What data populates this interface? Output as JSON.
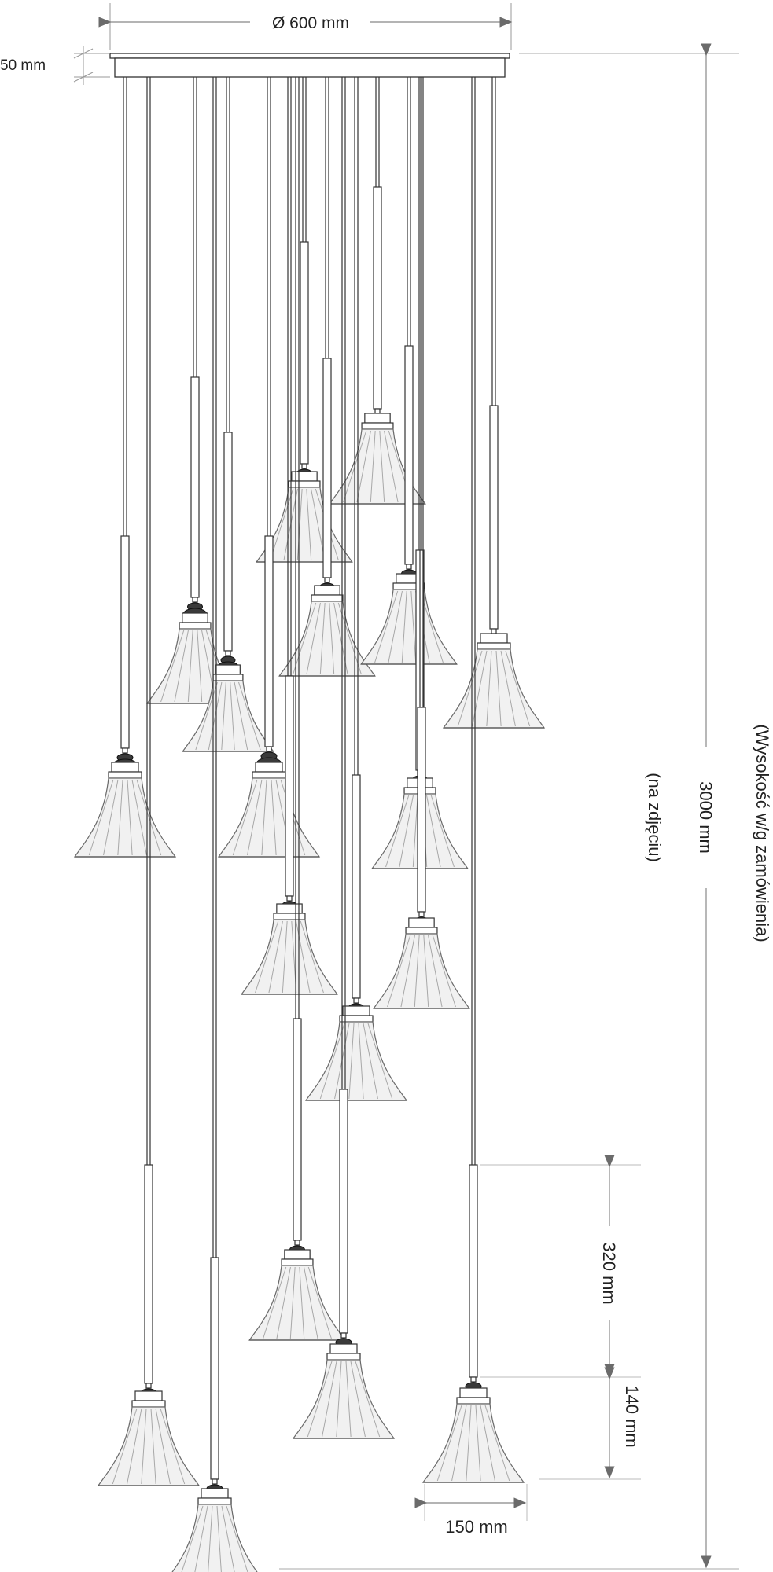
{
  "dimensions": {
    "canopy_diameter": "Ø 600 mm",
    "canopy_height": "50 mm",
    "total_height": "3000 mm",
    "height_note_1": "(Wysokość w/g zamówienia)",
    "height_note_2": "(na zdjęciu)",
    "rod_length": "320 mm",
    "shade_height": "140 mm",
    "shade_width": "150 mm"
  },
  "pendant_count": 18
}
